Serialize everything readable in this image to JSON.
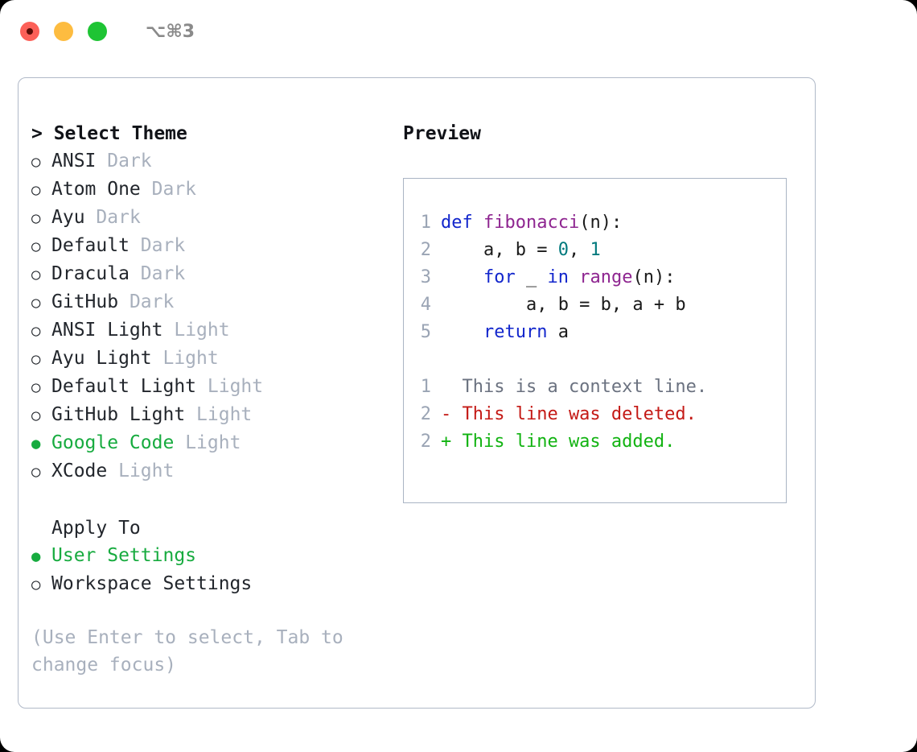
{
  "titlebar": {
    "shortcut": "⌥⌘3",
    "buttons": [
      {
        "name": "close",
        "color": "#fc6058"
      },
      {
        "name": "minimize",
        "color": "#fdbc40"
      },
      {
        "name": "maximize",
        "color": "#1ec434"
      }
    ]
  },
  "left": {
    "heading": "> Select Theme",
    "themes": [
      {
        "bullet": "○",
        "name": "ANSI",
        "tag": "Dark",
        "selected": false
      },
      {
        "bullet": "○",
        "name": "Atom One",
        "tag": "Dark",
        "selected": false
      },
      {
        "bullet": "○",
        "name": "Ayu",
        "tag": "Dark",
        "selected": false
      },
      {
        "bullet": "○",
        "name": "Default",
        "tag": "Dark",
        "selected": false
      },
      {
        "bullet": "○",
        "name": "Dracula",
        "tag": "Dark",
        "selected": false
      },
      {
        "bullet": "○",
        "name": "GitHub",
        "tag": "Dark",
        "selected": false
      },
      {
        "bullet": "○",
        "name": "ANSI Light",
        "tag": "Light",
        "selected": false
      },
      {
        "bullet": "○",
        "name": "Ayu Light",
        "tag": "Light",
        "selected": false
      },
      {
        "bullet": "○",
        "name": "Default Light",
        "tag": "Light",
        "selected": false
      },
      {
        "bullet": "○",
        "name": "GitHub Light",
        "tag": "Light",
        "selected": false
      },
      {
        "bullet": "●",
        "name": "Google Code",
        "tag": "Light",
        "selected": true
      },
      {
        "bullet": "○",
        "name": "XCode",
        "tag": "Light",
        "selected": false
      }
    ],
    "apply_heading": "Apply To",
    "apply_options": [
      {
        "bullet": "●",
        "name": "User Settings",
        "selected": true
      },
      {
        "bullet": "○",
        "name": "Workspace Settings",
        "selected": false
      }
    ],
    "hint": "(Use Enter to select, Tab to change focus)"
  },
  "right": {
    "preview_title": "Preview",
    "code_lines": [
      {
        "ln": "1",
        "tokens": [
          {
            "t": "def ",
            "c": "kw"
          },
          {
            "t": "fibonacci",
            "c": "fn"
          },
          {
            "t": "(n):",
            "c": "punc"
          }
        ]
      },
      {
        "ln": "2",
        "tokens": [
          {
            "t": "    a, b = ",
            "c": "plain"
          },
          {
            "t": "0",
            "c": "num"
          },
          {
            "t": ", ",
            "c": "plain"
          },
          {
            "t": "1",
            "c": "num"
          }
        ]
      },
      {
        "ln": "3",
        "tokens": [
          {
            "t": "    ",
            "c": "plain"
          },
          {
            "t": "for",
            "c": "kw"
          },
          {
            "t": " _ ",
            "c": "plain"
          },
          {
            "t": "in",
            "c": "kw"
          },
          {
            "t": " ",
            "c": "plain"
          },
          {
            "t": "range",
            "c": "fn"
          },
          {
            "t": "(n):",
            "c": "punc"
          }
        ]
      },
      {
        "ln": "4",
        "tokens": [
          {
            "t": "        a, b = b, a + b",
            "c": "plain"
          }
        ]
      },
      {
        "ln": "5",
        "tokens": [
          {
            "t": "    ",
            "c": "plain"
          },
          {
            "t": "return",
            "c": "kw"
          },
          {
            "t": " a",
            "c": "plain"
          }
        ]
      }
    ],
    "diff_lines": [
      {
        "ln": "1",
        "marker": "  ",
        "text": "  This is a context line.",
        "kind": "diff-ctx"
      },
      {
        "ln": "2",
        "marker": "- ",
        "text": "- This line was deleted.",
        "kind": "diff-del"
      },
      {
        "ln": "2",
        "marker": "+ ",
        "text": "+ This line was added.",
        "kind": "diff-add"
      }
    ]
  },
  "colors": {
    "accent_green": "#17ab3f",
    "muted": "#a8b0bd",
    "keyword": "#1226cc",
    "function": "#8e2590",
    "number": "#00797d",
    "diff_add": "#12b312",
    "diff_del": "#c41a16",
    "border": "#b0b9c8"
  }
}
